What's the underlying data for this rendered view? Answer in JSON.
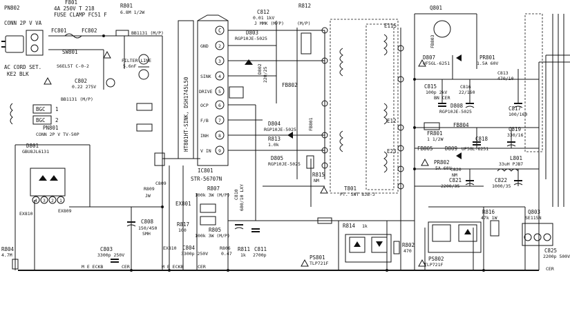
{
  "labels": {
    "pn802": "PN802",
    "conn_2p_va": "CONN 2P V VA",
    "ac_cord_set": "AC CORD SET.",
    "ke2_blk": "KE2 BLK",
    "f801": "F801",
    "fuse_rating": "4A 250V T 218",
    "fuse_clamp": "FUSE CLAMP FC51 F",
    "r801": "R801",
    "r801_val": "6.8M 1/2W",
    "fc801": "FC801",
    "fc802": "FC802",
    "bb1131": "BB1131 (M/P)",
    "bb1131b": "BB1131 (M/P)",
    "sw801": "SW801",
    "s6e": "S6EL5T C-0-2",
    "filter_line": "FILTER LINE",
    "flt_val": "5.6nF",
    "c802": "C802",
    "c802_val": "0.22 275V",
    "pn801": "PN801",
    "conn_tv": "CONN 2P V TV-50P",
    "bgc1": "BGC",
    "bgc2": "BGC",
    "d801": "D801",
    "d801_part": "GBU8JL6131",
    "r804": "R804",
    "r804_val": "4.7M",
    "c803": "C803",
    "c803_val": "3300p 250V",
    "mecdb": "M E ECKB",
    "cer1": "CER",
    "c808": "C808",
    "c808_val": "150/450",
    "c808_type": "SMH",
    "c809": "C809",
    "r809": "R809",
    "jw": "JW",
    "ic801_name": "HT801HT-SINK, DSH1745L50",
    "ic801": "IC801",
    "ic801_part": "STR-56707N",
    "pin_c": "C",
    "pin_gnd": "GND",
    "pin_sink": "SINK",
    "pin_drive": "DRIVE",
    "pin_ocp": "OCP",
    "pin_fb": "F/B",
    "pin_inh": "INH",
    "pin_vin": "V IN",
    "p1": "1",
    "p2": "2",
    "p3": "3",
    "p4": "4",
    "p5": "5",
    "p6": "6",
    "p7": "7",
    "p8": "8",
    "p9": "9",
    "c812": "C812",
    "c812_val": "0.01 1kV",
    "c812_type": "J MMK (M/P)",
    "d803": "D803",
    "d803_part": "RGP10JE-5025",
    "r812": "R812",
    "r812_val": "(M/P)",
    "fb802": "FB802",
    "d804": "D804",
    "d804_part": "RGP10JE-5025",
    "r813": "R813",
    "r813_val": "1.0k",
    "d805": "D805",
    "d805_part": "RGP10JE-5025",
    "r815": "R815",
    "r815_val": "NM",
    "ex801": "EX801",
    "r807": "R807",
    "r807_val": "100k 3W (M/P)",
    "r817": "R817",
    "r817_val": "100",
    "r805": "R805",
    "r805_val": "100k 3W (M/P)",
    "c804": "C804",
    "c804_val": "3300p 250V",
    "c810": "C810",
    "c810_val": "680/10 LXY",
    "r811": "R811",
    "r811_val": "1k",
    "c811": "C811",
    "c811_val": "2700p",
    "r814": "R814",
    "r814_val": "1k",
    "ps801": "PS801",
    "ps801_part": "TLP721F",
    "r802": "R802",
    "r802_val": "470",
    "t801": "T801",
    "t801_part": "PT. SWT 8JB-J",
    "e115": "E115",
    "e12": "E12",
    "e23": "E23",
    "q801": "Q801",
    "fb803": "FB803",
    "d807": "D807",
    "d807_part": "UF5GL-6251",
    "pr801": "PR801",
    "pr801_val": "1.5A 60V",
    "c815": "C815",
    "c815_val": "100p 2kV",
    "c815_type": "BN CER",
    "c816": "C816",
    "c816_val": "22/160",
    "c813": "C813",
    "c813_val": "470/10",
    "c817": "C817",
    "c817_val": "100/160",
    "d808": "D808",
    "d808_part": "RGP10JE-5025",
    "fr801": "FR801",
    "fr801_val": "1 1/2W",
    "fb804": "FB804",
    "c818": "C818",
    "c819": "C819",
    "c819_val": "330/16",
    "fb805": "FB805",
    "d809": "D809",
    "d809_part": "UF5GL-6251",
    "pr802": "PR802",
    "pr802_val": "5A 60V",
    "c820": "C820",
    "c820_val": "NM",
    "c821": "C821",
    "c821_val": "2200/35",
    "l801": "L801",
    "l801_val": "33uH PJB7",
    "c822": "C822",
    "c822_val": "1000/35",
    "r816": "R816",
    "r816_val": "47k 1W",
    "ps802": "PS802",
    "ps802_part": "TLP721F",
    "q803": "Q803",
    "q803_part": "SE115N",
    "c825": "C825",
    "c825_val": "2200p 500V",
    "c825_type": "CER",
    "ex809": "EX809",
    "ex810": "EX810"
  }
}
